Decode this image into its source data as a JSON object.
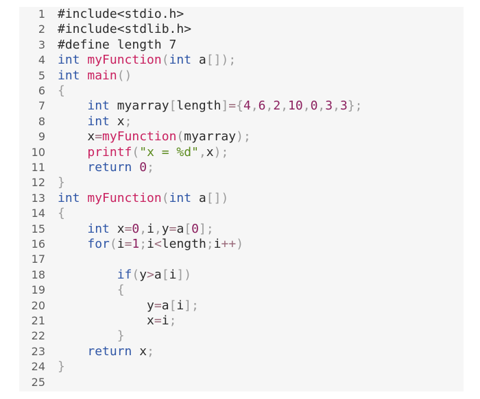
{
  "code": {
    "lines": [
      {
        "number": "1",
        "tokens": [
          {
            "t": "#include<stdio.h>",
            "k": "pp"
          }
        ]
      },
      {
        "number": "2",
        "tokens": [
          {
            "t": "#include<stdlib.h>",
            "k": "pp"
          }
        ]
      },
      {
        "number": "3",
        "tokens": [
          {
            "t": "#define length 7",
            "k": "pp"
          }
        ]
      },
      {
        "number": "4",
        "tokens": [
          {
            "t": "int",
            "k": "kw"
          },
          {
            "t": " ",
            "k": "plain"
          },
          {
            "t": "myFunction",
            "k": "fn"
          },
          {
            "t": "(",
            "k": "br"
          },
          {
            "t": "int",
            "k": "kw"
          },
          {
            "t": " a",
            "k": "plain"
          },
          {
            "t": "[]",
            "k": "br"
          },
          {
            "t": ")",
            "k": "br"
          },
          {
            "t": ";",
            "k": "br"
          }
        ]
      },
      {
        "number": "5",
        "tokens": [
          {
            "t": "int",
            "k": "kw"
          },
          {
            "t": " ",
            "k": "plain"
          },
          {
            "t": "main",
            "k": "fn"
          },
          {
            "t": "()",
            "k": "br"
          }
        ]
      },
      {
        "number": "6",
        "tokens": [
          {
            "t": "{",
            "k": "br"
          }
        ]
      },
      {
        "number": "7",
        "tokens": [
          {
            "t": "    ",
            "k": "plain"
          },
          {
            "t": "int",
            "k": "kw"
          },
          {
            "t": " myarray",
            "k": "plain"
          },
          {
            "t": "[",
            "k": "br"
          },
          {
            "t": "length",
            "k": "plain"
          },
          {
            "t": "]",
            "k": "br"
          },
          {
            "t": "=",
            "k": "op"
          },
          {
            "t": "{",
            "k": "br"
          },
          {
            "t": "4",
            "k": "num"
          },
          {
            "t": ",",
            "k": "br"
          },
          {
            "t": "6",
            "k": "num"
          },
          {
            "t": ",",
            "k": "br"
          },
          {
            "t": "2",
            "k": "num"
          },
          {
            "t": ",",
            "k": "br"
          },
          {
            "t": "10",
            "k": "num"
          },
          {
            "t": ",",
            "k": "br"
          },
          {
            "t": "0",
            "k": "num"
          },
          {
            "t": ",",
            "k": "br"
          },
          {
            "t": "3",
            "k": "num"
          },
          {
            "t": ",",
            "k": "br"
          },
          {
            "t": "3",
            "k": "num"
          },
          {
            "t": "}",
            "k": "br"
          },
          {
            "t": ";",
            "k": "br"
          }
        ]
      },
      {
        "number": "8",
        "tokens": [
          {
            "t": "    ",
            "k": "plain"
          },
          {
            "t": "int",
            "k": "kw"
          },
          {
            "t": " x",
            "k": "plain"
          },
          {
            "t": ";",
            "k": "br"
          }
        ]
      },
      {
        "number": "9",
        "tokens": [
          {
            "t": "    x",
            "k": "plain"
          },
          {
            "t": "=",
            "k": "op"
          },
          {
            "t": "myFunction",
            "k": "fn"
          },
          {
            "t": "(",
            "k": "br"
          },
          {
            "t": "myarray",
            "k": "plain"
          },
          {
            "t": ")",
            "k": "br"
          },
          {
            "t": ";",
            "k": "br"
          }
        ]
      },
      {
        "number": "10",
        "tokens": [
          {
            "t": "    ",
            "k": "plain"
          },
          {
            "t": "printf",
            "k": "fn"
          },
          {
            "t": "(",
            "k": "br"
          },
          {
            "t": "\"x = %d\"",
            "k": "str"
          },
          {
            "t": ",",
            "k": "br"
          },
          {
            "t": "x",
            "k": "plain"
          },
          {
            "t": ")",
            "k": "br"
          },
          {
            "t": ";",
            "k": "br"
          }
        ]
      },
      {
        "number": "11",
        "tokens": [
          {
            "t": "    ",
            "k": "plain"
          },
          {
            "t": "return",
            "k": "kw"
          },
          {
            "t": " ",
            "k": "plain"
          },
          {
            "t": "0",
            "k": "num"
          },
          {
            "t": ";",
            "k": "br"
          }
        ]
      },
      {
        "number": "12",
        "tokens": [
          {
            "t": "}",
            "k": "br"
          }
        ]
      },
      {
        "number": "13",
        "tokens": [
          {
            "t": "int",
            "k": "kw"
          },
          {
            "t": " ",
            "k": "plain"
          },
          {
            "t": "myFunction",
            "k": "fn"
          },
          {
            "t": "(",
            "k": "br"
          },
          {
            "t": "int",
            "k": "kw"
          },
          {
            "t": " a",
            "k": "plain"
          },
          {
            "t": "[]",
            "k": "br"
          },
          {
            "t": ")",
            "k": "br"
          }
        ]
      },
      {
        "number": "14",
        "tokens": [
          {
            "t": "{",
            "k": "br"
          }
        ]
      },
      {
        "number": "15",
        "tokens": [
          {
            "t": "    ",
            "k": "plain"
          },
          {
            "t": "int",
            "k": "kw"
          },
          {
            "t": " x",
            "k": "plain"
          },
          {
            "t": "=",
            "k": "op"
          },
          {
            "t": "0",
            "k": "num"
          },
          {
            "t": ",",
            "k": "br"
          },
          {
            "t": "i",
            "k": "plain"
          },
          {
            "t": ",",
            "k": "br"
          },
          {
            "t": "y",
            "k": "plain"
          },
          {
            "t": "=",
            "k": "op"
          },
          {
            "t": "a",
            "k": "plain"
          },
          {
            "t": "[",
            "k": "br"
          },
          {
            "t": "0",
            "k": "num"
          },
          {
            "t": "]",
            "k": "br"
          },
          {
            "t": ";",
            "k": "br"
          }
        ]
      },
      {
        "number": "16",
        "tokens": [
          {
            "t": "    ",
            "k": "plain"
          },
          {
            "t": "for",
            "k": "kw"
          },
          {
            "t": "(",
            "k": "br"
          },
          {
            "t": "i",
            "k": "plain"
          },
          {
            "t": "=",
            "k": "op"
          },
          {
            "t": "1",
            "k": "num"
          },
          {
            "t": ";",
            "k": "br"
          },
          {
            "t": "i",
            "k": "plain"
          },
          {
            "t": "<",
            "k": "op"
          },
          {
            "t": "length",
            "k": "plain"
          },
          {
            "t": ";",
            "k": "br"
          },
          {
            "t": "i",
            "k": "plain"
          },
          {
            "t": "++",
            "k": "op"
          },
          {
            "t": ")",
            "k": "br"
          }
        ]
      },
      {
        "number": "17",
        "tokens": []
      },
      {
        "number": "18",
        "tokens": [
          {
            "t": "        ",
            "k": "plain"
          },
          {
            "t": "if",
            "k": "kw"
          },
          {
            "t": "(",
            "k": "br"
          },
          {
            "t": "y",
            "k": "plain"
          },
          {
            "t": ">",
            "k": "op"
          },
          {
            "t": "a",
            "k": "plain"
          },
          {
            "t": "[",
            "k": "br"
          },
          {
            "t": "i",
            "k": "plain"
          },
          {
            "t": "]",
            "k": "br"
          },
          {
            "t": ")",
            "k": "br"
          }
        ]
      },
      {
        "number": "19",
        "tokens": [
          {
            "t": "        ",
            "k": "plain"
          },
          {
            "t": "{",
            "k": "br"
          }
        ]
      },
      {
        "number": "20",
        "tokens": [
          {
            "t": "            y",
            "k": "plain"
          },
          {
            "t": "=",
            "k": "op"
          },
          {
            "t": "a",
            "k": "plain"
          },
          {
            "t": "[",
            "k": "br"
          },
          {
            "t": "i",
            "k": "plain"
          },
          {
            "t": "]",
            "k": "br"
          },
          {
            "t": ";",
            "k": "br"
          }
        ]
      },
      {
        "number": "21",
        "tokens": [
          {
            "t": "            x",
            "k": "plain"
          },
          {
            "t": "=",
            "k": "op"
          },
          {
            "t": "i",
            "k": "plain"
          },
          {
            "t": ";",
            "k": "br"
          }
        ]
      },
      {
        "number": "22",
        "tokens": [
          {
            "t": "        ",
            "k": "plain"
          },
          {
            "t": "}",
            "k": "br"
          }
        ]
      },
      {
        "number": "23",
        "tokens": [
          {
            "t": "    ",
            "k": "plain"
          },
          {
            "t": "return",
            "k": "kw"
          },
          {
            "t": " x",
            "k": "plain"
          },
          {
            "t": ";",
            "k": "br"
          }
        ]
      },
      {
        "number": "24",
        "tokens": [
          {
            "t": "}",
            "k": "br"
          }
        ]
      },
      {
        "number": "25",
        "tokens": []
      }
    ]
  },
  "colors": {
    "background": "#f6f6f6",
    "keyword": "#2f56a6",
    "function": "#c9205f",
    "number": "#8b1f5e",
    "string": "#5b8a1d",
    "bracket": "#9a9a9a",
    "line_number": "#5c5c5c"
  }
}
